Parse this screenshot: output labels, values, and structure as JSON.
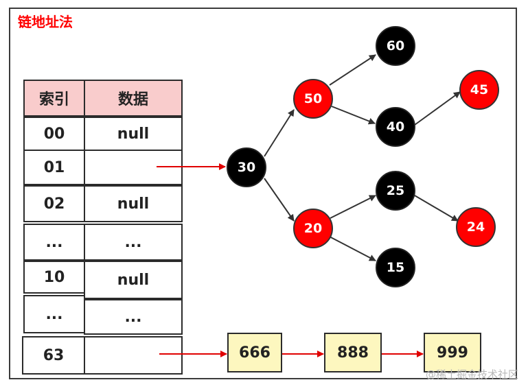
{
  "title": "链地址法",
  "table": {
    "headers": [
      "索引",
      "数据"
    ],
    "rows": [
      {
        "index": "00",
        "data": "null"
      },
      {
        "index": "01",
        "data": ""
      },
      {
        "index": "02",
        "data": "null"
      },
      {
        "index": "...",
        "data": "..."
      },
      {
        "index": "10",
        "data": "null"
      },
      {
        "index": "...",
        "data": "..."
      },
      {
        "index": "63",
        "data": ""
      }
    ]
  },
  "tree": {
    "nodes": [
      {
        "id": "30",
        "label": "30",
        "color": "black"
      },
      {
        "id": "50",
        "label": "50",
        "color": "red"
      },
      {
        "id": "20",
        "label": "20",
        "color": "red"
      },
      {
        "id": "60",
        "label": "60",
        "color": "black"
      },
      {
        "id": "40",
        "label": "40",
        "color": "black"
      },
      {
        "id": "45",
        "label": "45",
        "color": "red"
      },
      {
        "id": "25",
        "label": "25",
        "color": "black"
      },
      {
        "id": "24",
        "label": "24",
        "color": "red"
      },
      {
        "id": "15",
        "label": "15",
        "color": "black"
      }
    ],
    "edges": [
      [
        "30",
        "50"
      ],
      [
        "30",
        "20"
      ],
      [
        "50",
        "60"
      ],
      [
        "50",
        "40"
      ],
      [
        "40",
        "45"
      ],
      [
        "20",
        "25"
      ],
      [
        "20",
        "15"
      ],
      [
        "25",
        "24"
      ]
    ]
  },
  "list": {
    "nodes": [
      "666",
      "888",
      "999"
    ]
  },
  "colors": {
    "red": "#ff0000",
    "black": "#000000",
    "header_bg": "#f9cccc",
    "list_bg": "#fdf7bf"
  },
  "watermark": "@稀土掘金技术社区"
}
